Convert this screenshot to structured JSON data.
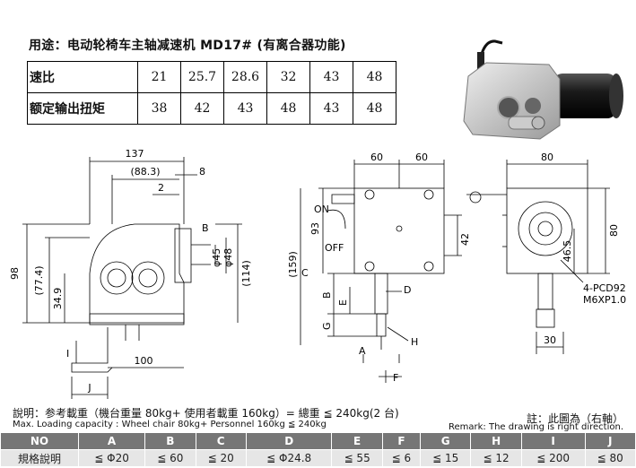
{
  "title": "用途：电动轮椅车主轴减速机   MD17# (有离合器功能)",
  "spec_table": {
    "rows": [
      {
        "label": "速比",
        "values": [
          "21",
          "25.7",
          "28.6",
          "32",
          "43",
          "48"
        ]
      },
      {
        "label": "额定输出扭矩",
        "values": [
          "38",
          "42",
          "43",
          "48",
          "43",
          "48"
        ]
      }
    ]
  },
  "drawing": {
    "left": {
      "dim_137": "137",
      "dim_88_3": "(88.3)",
      "dim_8": "8",
      "dim_2": "2",
      "dim_b": "B",
      "dim_phi45": "φ45",
      "dim_phi48": "φ48",
      "dim_98": "98",
      "dim_77_4": "(77.4)",
      "dim_34_9": "34.9",
      "dim_114": "(114)",
      "dim_i": "I",
      "dim_100": "100",
      "dim_j": "J"
    },
    "middle": {
      "dim_60a": "60",
      "dim_60b": "60",
      "dim_93": "93",
      "dim_159": "(159)",
      "dim_42": "42",
      "on": "ON",
      "off": "OFF",
      "dim_c": "C",
      "dim_b": "B",
      "dim_e": "E",
      "dim_d": "D",
      "dim_g": "G",
      "dim_h": "H",
      "dim_a": "A",
      "dim_f": "F"
    },
    "right": {
      "dim_80a": "80",
      "dim_80b": "80",
      "dim_46_5": "46.5",
      "pcd": "4-PCD92",
      "thread": "M6XP1.0",
      "dim_30": "30"
    }
  },
  "notes": {
    "zh": "說明：参考載重（機台重量 80kg+ 使用者載重 160kg）= 總重 ≦ 240kg(2 台)",
    "en": "Max. Loading capacity : Wheel chair 80kg+ Personnel 160kg ≦ 240kg",
    "remark_zh": "註：此圖為（右軸）",
    "remark_en": "Remark: The drawing is right direction."
  },
  "dims_table": {
    "header": [
      "NO",
      "A",
      "B",
      "C",
      "D",
      "E",
      "F",
      "G",
      "H",
      "I",
      "J"
    ],
    "values": [
      "規格說明",
      "≦ Φ20",
      "≦ 60",
      "≦ 20",
      "≦ Φ24.8",
      "≦ 55",
      "≦ 6",
      "≦ 15",
      "≦ 12",
      "≦ 200",
      "≦ 80"
    ]
  }
}
